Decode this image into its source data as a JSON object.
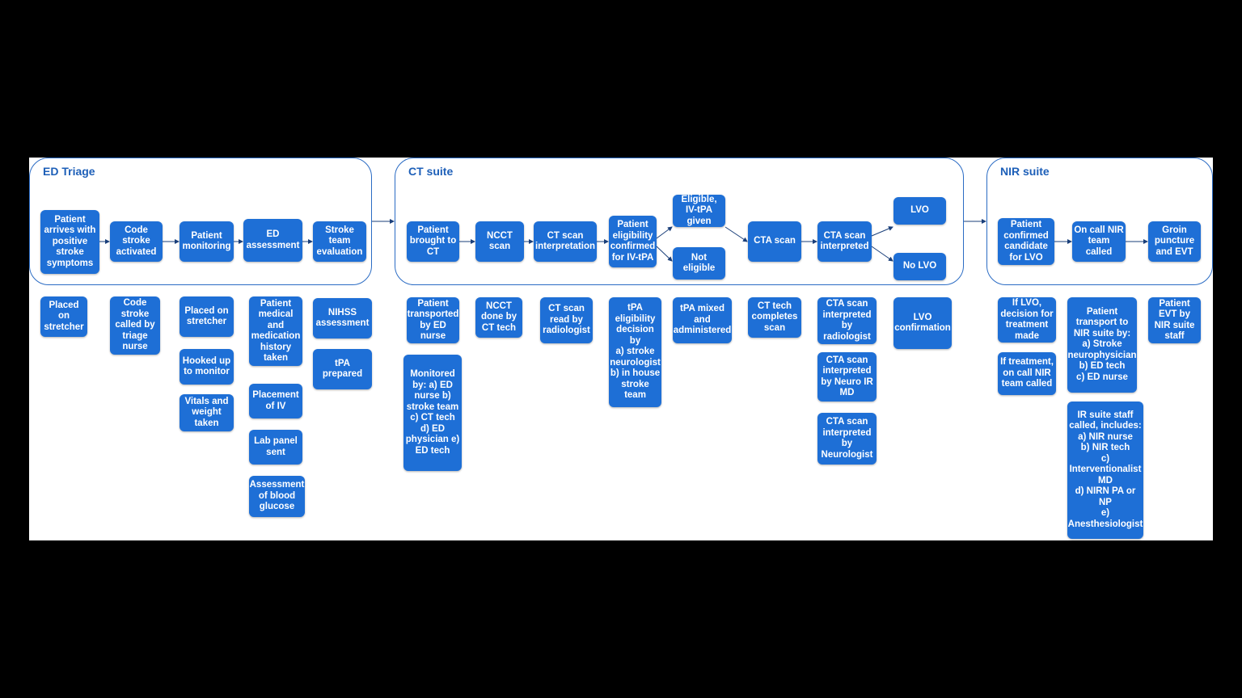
{
  "colors": {
    "background": "#000000",
    "canvas": "#ffffff",
    "box_fill": "#1e6fd6",
    "box_text": "#ffffff",
    "section_border": "#2b6cc4",
    "title_text": "#1d5fb8",
    "arrow": "#1a3f7a"
  },
  "sections": [
    {
      "title": "ED Triage"
    },
    {
      "title": "CT suite"
    },
    {
      "title": "NIR suite"
    }
  ],
  "flow": {
    "ed_patient_arrives": "Patient arrives with positive stroke symptoms",
    "ed_code_stroke": "Code stroke activated",
    "ed_patient_monitoring": "Patient monitoring",
    "ed_assessment": "ED assessment",
    "ed_stroke_team": "Stroke team evaluation",
    "ct_patient_brought": "Patient brought to CT",
    "ct_ncct_scan": "NCCT scan",
    "ct_scan_interpretation": "CT scan interpretation",
    "ct_eligibility_confirmed": "Patient eligibility confirmed for IV-tPA",
    "ct_eligible": "Eligible, IV-tPA given",
    "ct_not_eligible": "Not eligible",
    "ct_cta_scan": "CTA scan",
    "ct_cta_interpreted": "CTA scan interpreted",
    "ct_lvo": "LVO",
    "ct_no_lvo": "No LVO",
    "nir_confirmed_candidate": "Patient confirmed candidate for LVO",
    "nir_on_call_team": "On call NIR team called",
    "nir_groin_puncture": "Groin puncture and EVT"
  },
  "details": {
    "placed_on_stretcher_1": "Placed on stretcher",
    "code_stroke_called": "Code stroke called by triage nurse",
    "placed_on_stretcher_2": "Placed on stretcher",
    "hooked_up_monitor": "Hooked up to monitor",
    "vitals_weight": "Vitals and weight taken",
    "medical_history": "Patient medical and medication history taken",
    "placement_iv": "Placement of IV",
    "lab_panel": "Lab panel sent",
    "blood_glucose": "Assessment of blood glucose",
    "nihss": "NIHSS assessment",
    "tpa_prepared": "tPA prepared",
    "transported_by_ed_nurse": "Patient transported by ED nurse",
    "monitored_by": "Monitored by: a) ED nurse  b) stroke team c) CT tech d) ED physician e) ED tech",
    "ncct_done_by_tech": "NCCT done by CT tech",
    "ct_read_by_radiologist": "CT scan read by radiologist",
    "tpa_eligibility_decision": "tPA eligibility decision by\na) stroke neurologist b) in house stroke team",
    "tpa_mixed": "tPA mixed and administered",
    "ct_tech_completes": "CT tech completes scan",
    "cta_by_radiologist": "CTA scan interpreted by radiologist",
    "cta_by_neuro_ir": "CTA scan interpreted by Neuro IR MD",
    "cta_by_neurologist": "CTA scan interpreted by Neurologist",
    "lvo_confirmation": "LVO confirmation",
    "if_lvo_decision": "If LVO, decision for treatment made",
    "if_treatment_team": "If treatment, on call NIR team called",
    "patient_transport_nir": "Patient transport to NIR suite by:\na) Stroke neurophysician\nb) ED tech\nc) ED nurse",
    "ir_suite_staff": "IR suite staff called, includes:\na) NIR nurse\nb) NIR tech\nc) Interventionalist MD\nd) NIRN PA or NP\ne) Anesthesiologist",
    "patient_evt": "Patient EVT by NIR suite staff"
  }
}
